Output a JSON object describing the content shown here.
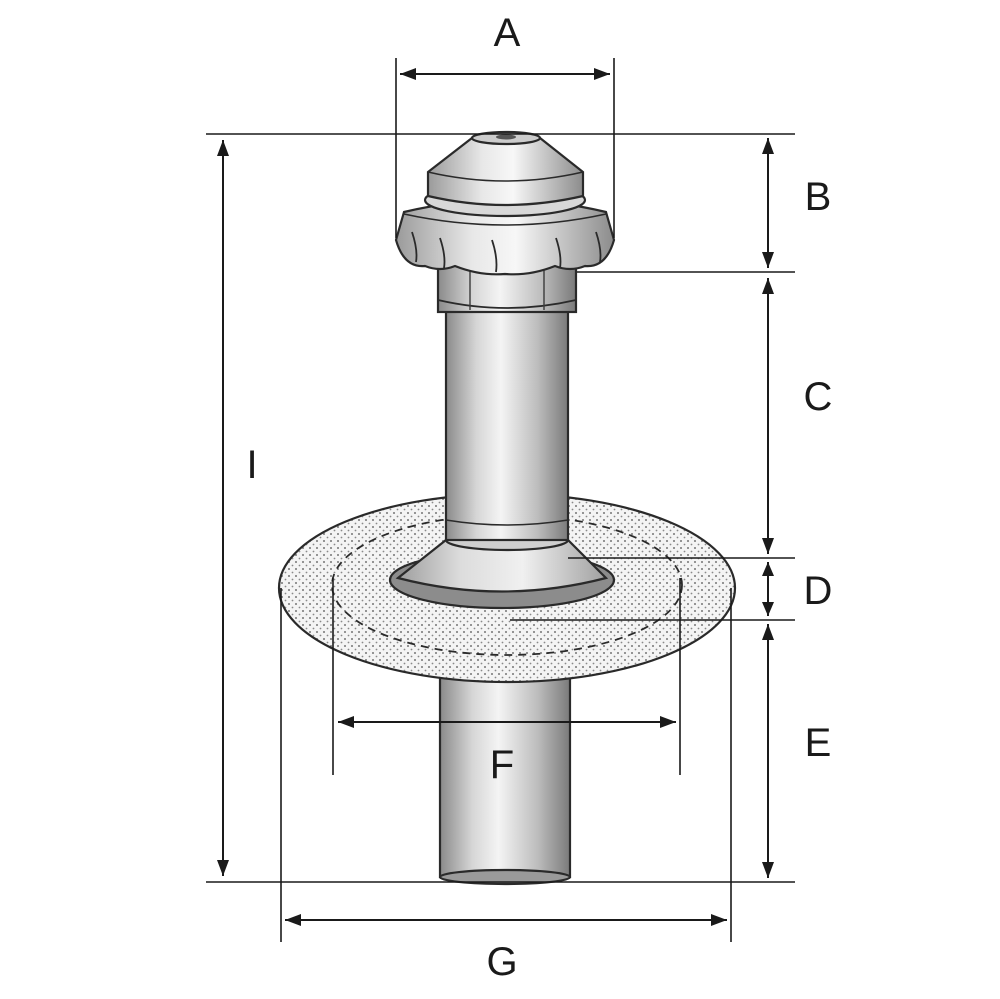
{
  "diagram": {
    "labels": {
      "A": "A",
      "B": "B",
      "C": "C",
      "D": "D",
      "E": "E",
      "F": "F",
      "G": "G",
      "I": "I"
    },
    "colors": {
      "line": "#1a1a1a",
      "metal_light": "#f2f2f2",
      "metal_mid": "#bdbdbd",
      "metal_dark": "#7c7c7c",
      "flange_fill": "#f4f4f4",
      "flange_dots": "#7a7a7a"
    }
  }
}
